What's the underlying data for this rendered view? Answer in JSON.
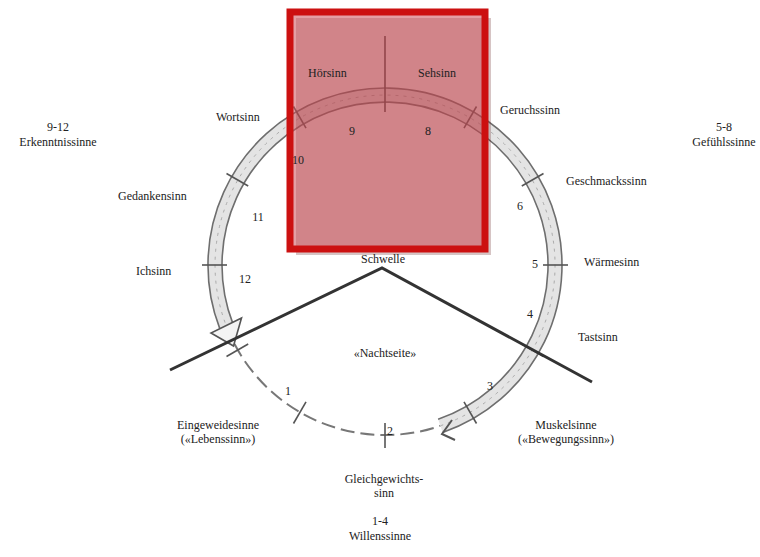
{
  "diagram": {
    "labels": [
      "9-12",
      "Erkenntnissinne",
      "Hörsinn",
      "Sehsinn",
      "5-8",
      "Gefühlssinne",
      "Wortsinn",
      "Geruchssinn",
      "9",
      "8",
      "10",
      "Gedankensinn",
      "Geschmackssinn",
      "6",
      "11",
      "Schwelle",
      "Ichsinn",
      "12",
      "Wärmesinn",
      "5",
      "4",
      "Tastsinn",
      "«Nachtseite»",
      "1",
      "3",
      "Eingeweidesinne («Lebenssinn»)",
      "Muskelsinne («Bewegungssinn»)",
      "2",
      "Gleichgewichts- sinn",
      "1-4",
      "Willenssinne"
    ]
  }
}
